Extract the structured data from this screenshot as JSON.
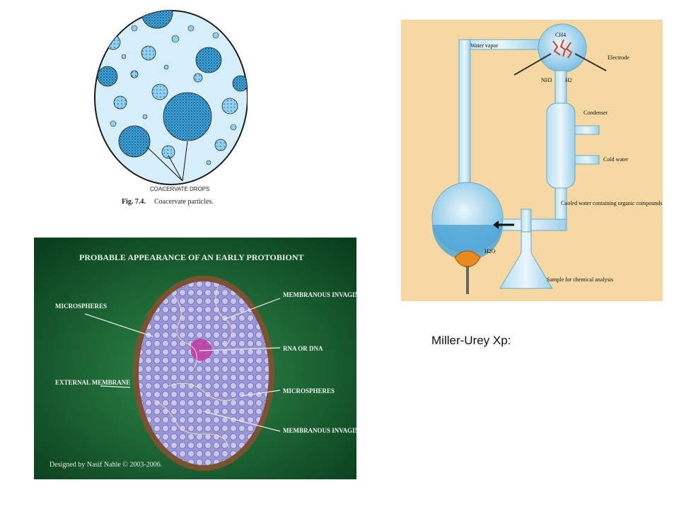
{
  "slide": {
    "caption": "Miller-Urey Xp:"
  },
  "coacervate": {
    "label": "COACERVATE DROPS",
    "figure_number": "Fig. 7.4.",
    "figure_title": "Coacervate particles."
  },
  "miller_urey": {
    "labels": {
      "water_vapor": "Water vapor",
      "ch4": "CH4",
      "electrode": "Electrode",
      "nh3": "NH3",
      "h2": "H2",
      "condenser": "Condenser",
      "cold_water": "Cold water",
      "cooled_water": "Cooled water containing organic compounds",
      "h2o": "H2O",
      "sample": "Sample for chemical analysis"
    }
  },
  "protobiont": {
    "title": "PROBABLE APPEARANCE OF AN EARLY PROTOBIONT",
    "labels": {
      "microspheres_left": "MICROSPHERES",
      "external_membrane": "EXTERNAL MEMBRANE",
      "membranous_invagination_top": "MEMBRANOUS INVAGINATION",
      "rna_dna": "RNA OR DNA",
      "microspheres_right": "MICROSPHERES",
      "membranous_invagination_bottom": "MEMBRANOUS INVAGINATION"
    },
    "credit": "Designed by Nasif Nahle © 2003-2006."
  }
}
